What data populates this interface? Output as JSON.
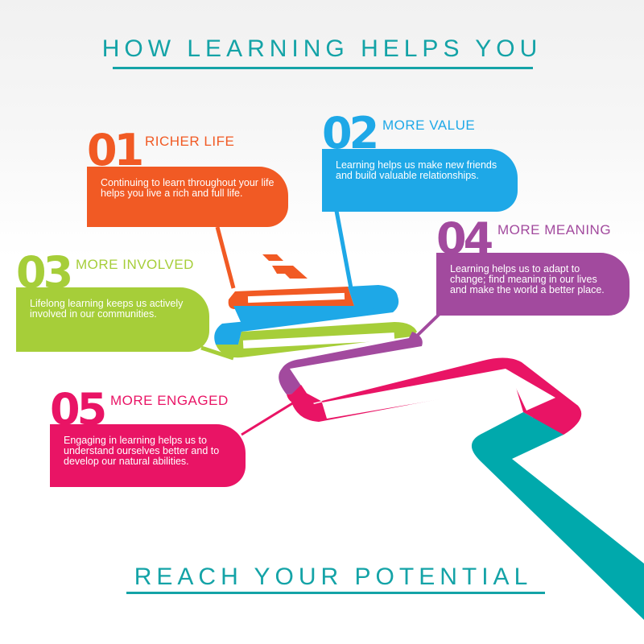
{
  "header": {
    "title": "HOW LEARNING HELPS YOU"
  },
  "footer": {
    "title": "REACH YOUR POTENTIAL"
  },
  "colors": {
    "teal": "#14a3a7",
    "orange": "#f15a24",
    "blue": "#1ea8e7",
    "green": "#a6ce39",
    "purple": "#a24a9e",
    "pink": "#e91465",
    "path_teal": "#00a9ac"
  },
  "steps": [
    {
      "number": "01",
      "heading": "RICHER LIFE",
      "text": "Continuing to learn throughout your life helps you live a rich and full life.",
      "color": "#f15a24"
    },
    {
      "number": "02",
      "heading": "MORE VALUE",
      "text": "Learning helps us make new friends and build valuable relationships.",
      "color": "#1ea8e7"
    },
    {
      "number": "03",
      "heading": "MORE INVOLVED",
      "text": "Lifelong learning keeps us actively involved in our communities.",
      "color": "#a6ce39"
    },
    {
      "number": "04",
      "heading": "MORE MEANING",
      "text": "Learning helps us to adapt to change; find meaning in our lives and make the world a better place.",
      "color": "#a24a9e"
    },
    {
      "number": "05",
      "heading": "MORE ENGAGED",
      "text": "Engaging in learning helps us to understand ourselves better and to develop our natural abilities.",
      "color": "#e91465"
    }
  ]
}
